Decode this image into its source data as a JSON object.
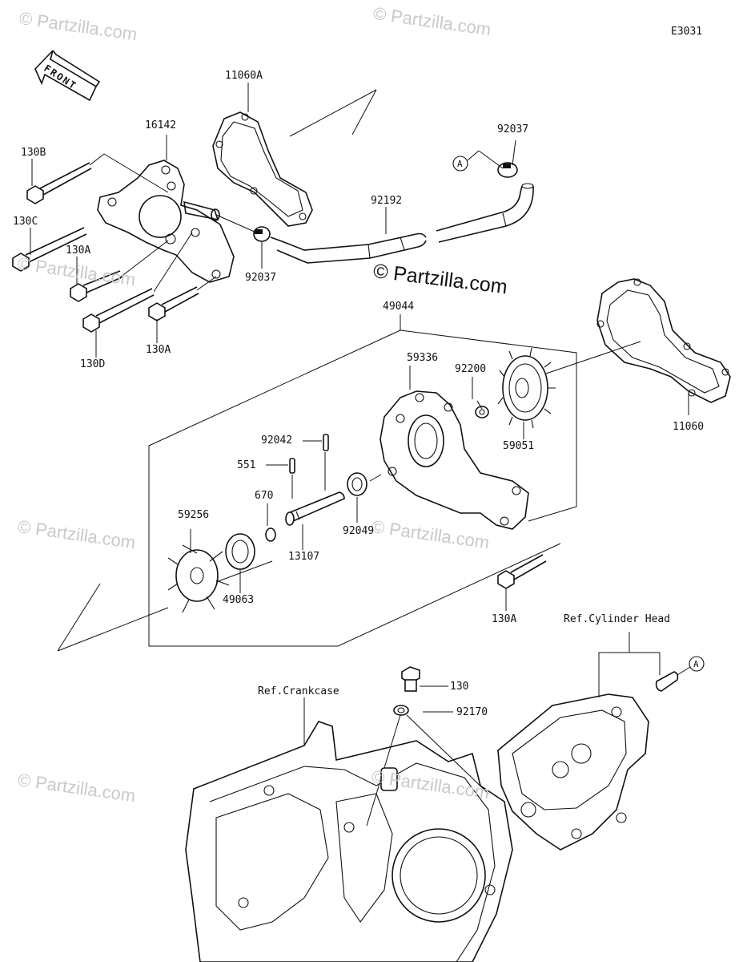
{
  "diagram_code": "E3031",
  "front_label": "FRONT",
  "watermark": "© Partzilla.com",
  "watermark_center": "© Partzilla.com",
  "refs": {
    "cylinder_head": "Ref.Cylinder Head",
    "crankcase": "Ref.Crankcase",
    "connector_a": "A"
  },
  "parts": [
    {
      "id": "11060A"
    },
    {
      "id": "16142"
    },
    {
      "id": "130B"
    },
    {
      "id": "130C"
    },
    {
      "id": "130A"
    },
    {
      "id": "130D"
    },
    {
      "id": "130A"
    },
    {
      "id": "92037"
    },
    {
      "id": "92192"
    },
    {
      "id": "92037"
    },
    {
      "id": "49044"
    },
    {
      "id": "59336"
    },
    {
      "id": "92200"
    },
    {
      "id": "11060"
    },
    {
      "id": "59051"
    },
    {
      "id": "92042"
    },
    {
      "id": "551"
    },
    {
      "id": "670"
    },
    {
      "id": "59256"
    },
    {
      "id": "13107"
    },
    {
      "id": "92049"
    },
    {
      "id": "49063"
    },
    {
      "id": "130A"
    },
    {
      "id": "130"
    },
    {
      "id": "92170"
    }
  ]
}
